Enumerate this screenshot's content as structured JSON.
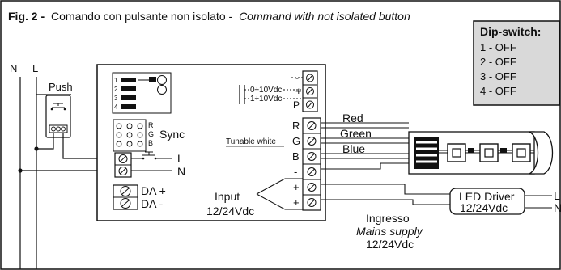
{
  "title": {
    "fig": "Fig. 2 -",
    "it": "Comando con pulsante non isolato -",
    "en": "Command with not isolated button"
  },
  "dipswitch": {
    "header": "Dip-switch:",
    "rows": [
      "1 - OFF",
      "2 - OFF",
      "3 - OFF",
      "4 - OFF"
    ]
  },
  "mains": {
    "n": "N",
    "l": "L"
  },
  "push": {
    "label": "Push"
  },
  "controller": {
    "dip_numbers": [
      "1",
      "2",
      "3",
      "4"
    ],
    "rgb_letters": [
      "R",
      "G",
      "B"
    ],
    "sync_label": "Sync",
    "terminal_l": "L",
    "terminal_n": "N",
    "da_plus": "DA +",
    "da_minus": "DA -",
    "pot_block": {
      "minus": "-",
      "v1": "0÷10Vdc",
      "plus": "+",
      "v2": "1÷10Vdc",
      "p": "P"
    },
    "out_block": {
      "r": "R",
      "g": "G",
      "b": "B",
      "minus": "-",
      "plus1": "+",
      "plus2": "+"
    },
    "tunable_white": "Tunable white"
  },
  "wires": {
    "red": "Red",
    "green": "Green",
    "blue": "Blue"
  },
  "input": {
    "line1": "Input",
    "line2": "12/24Vdc"
  },
  "ingresso": {
    "line1": "Ingresso",
    "line2": "Mains supply",
    "line3": "12/24Vdc"
  },
  "driver": {
    "label": "LED Driver",
    "voltage": "12/24Vdc",
    "l": "L",
    "n": "N"
  },
  "colors": {
    "panel": "#d9d9d9",
    "ink": "#111111",
    "bg": "#ffffff"
  }
}
